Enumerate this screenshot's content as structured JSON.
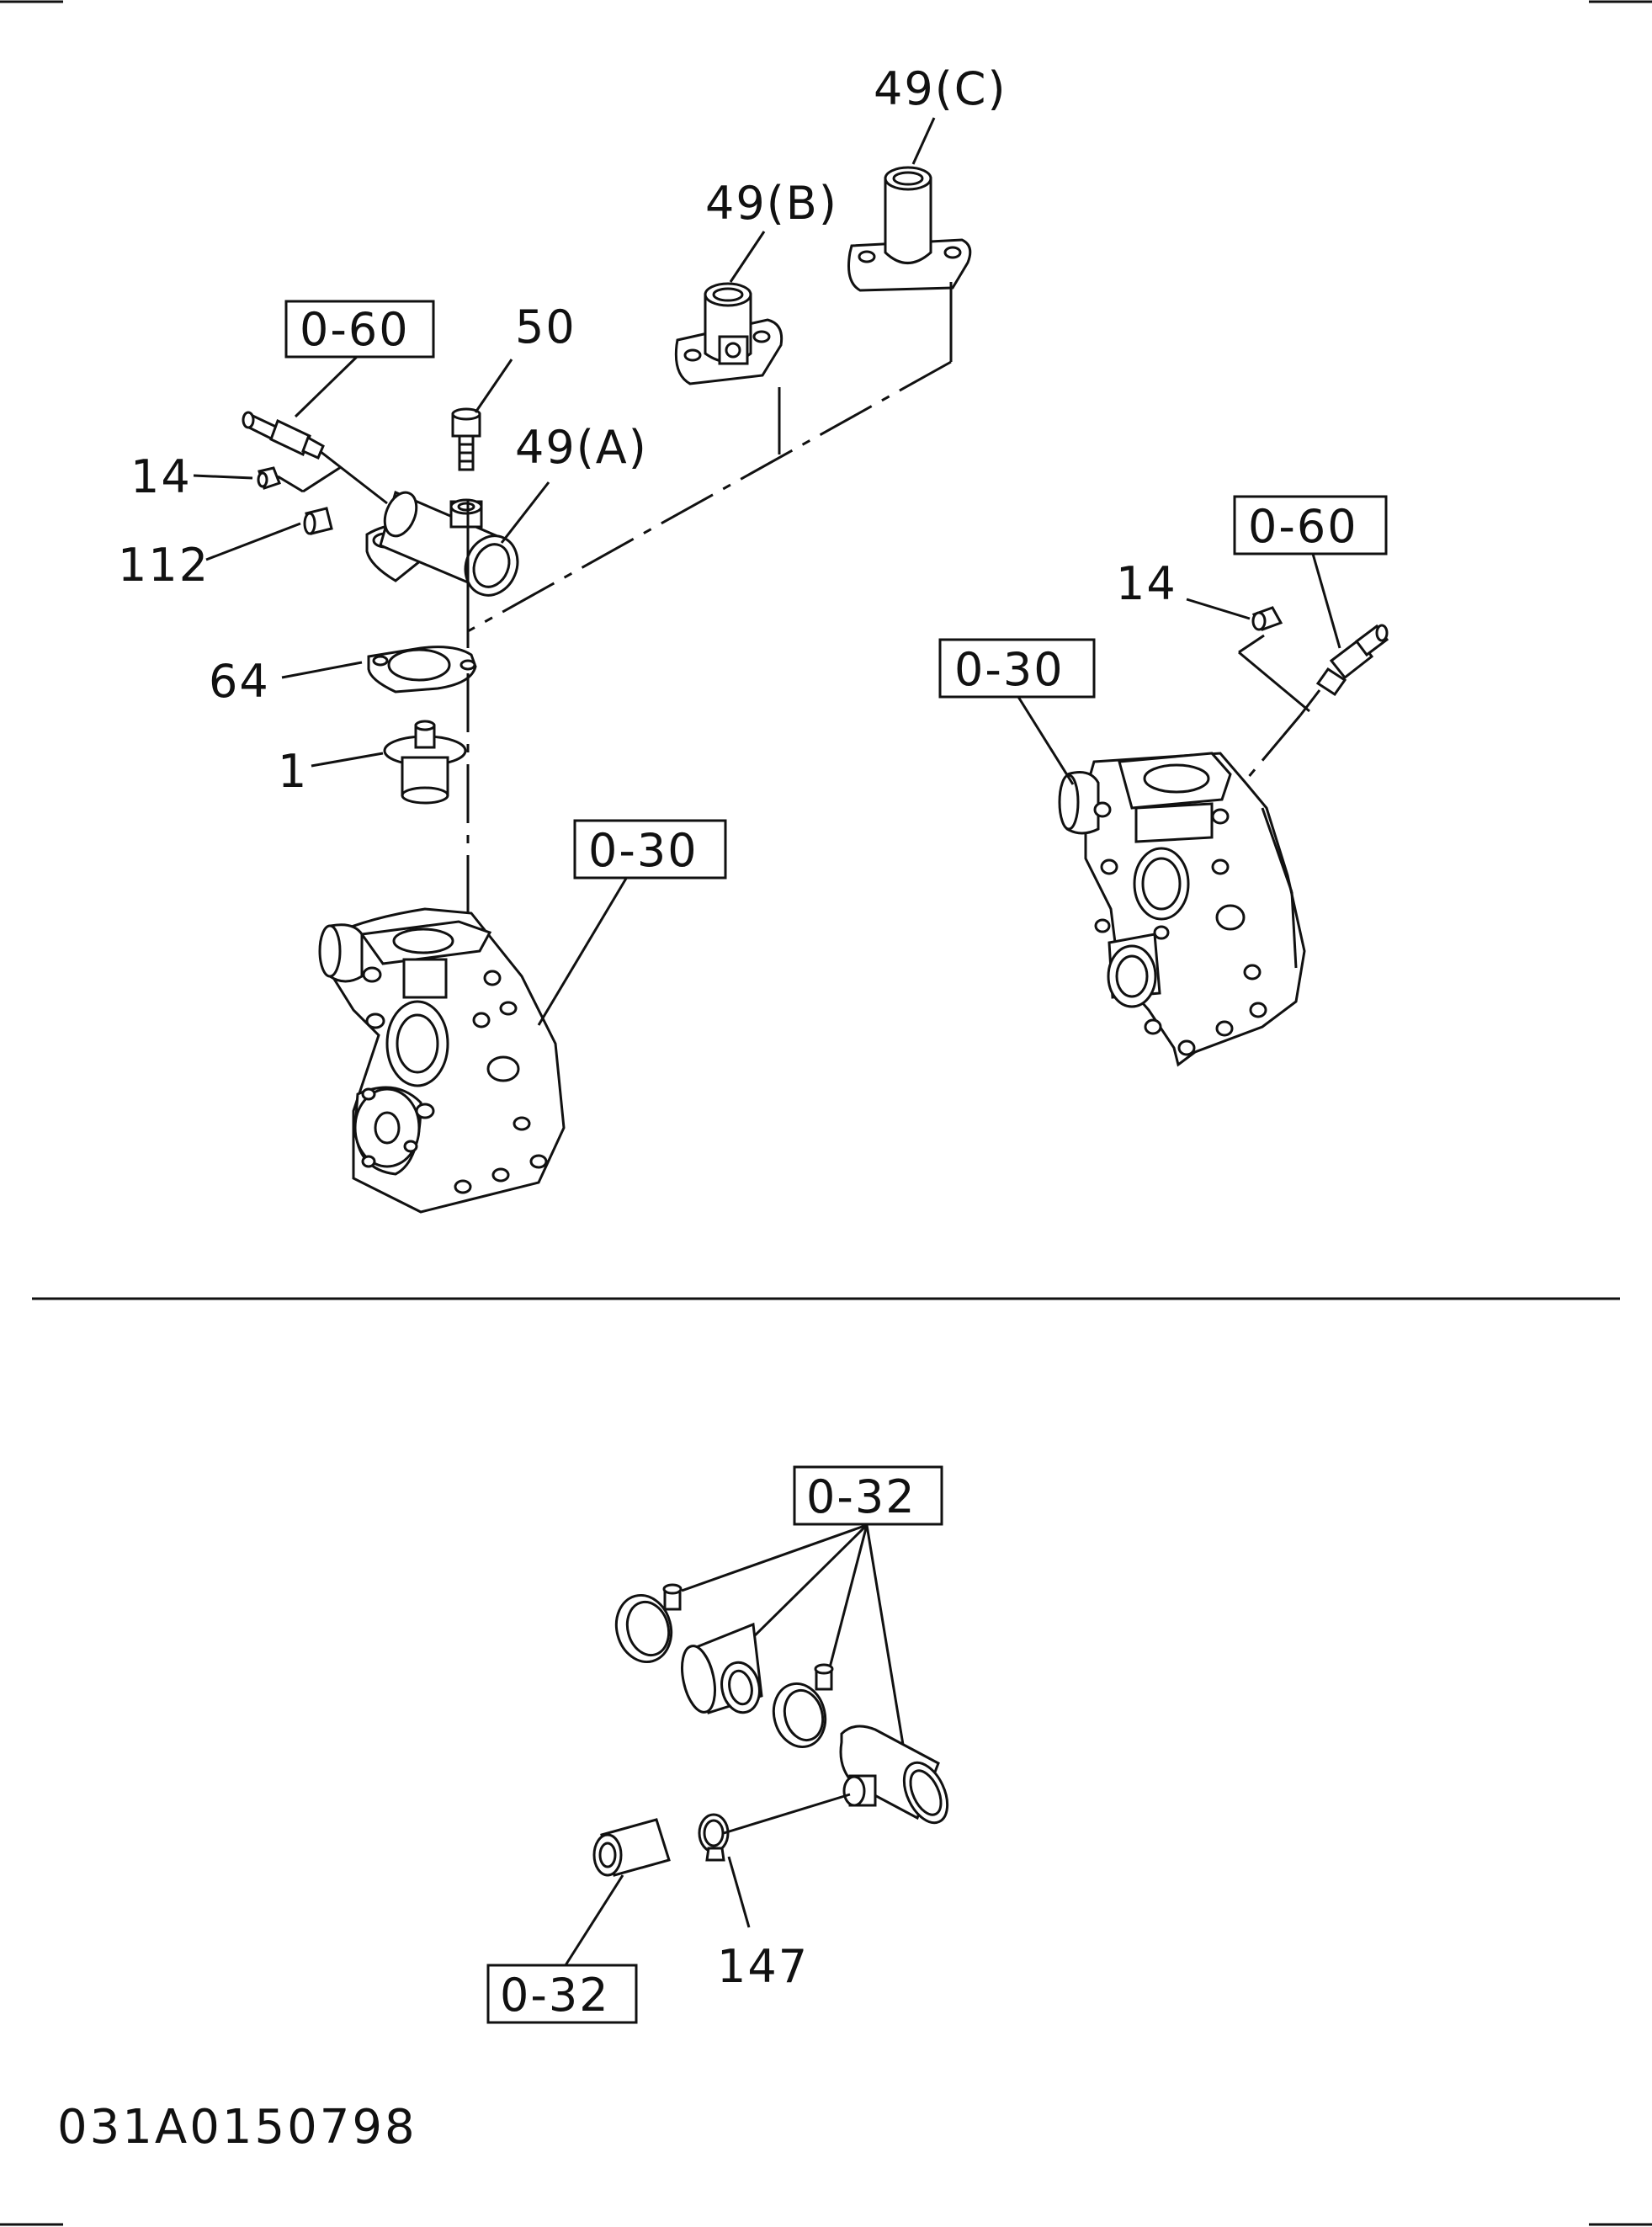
{
  "diagram": {
    "callouts": {
      "part_1": "1",
      "part_14_a": "14",
      "part_14_b": "14",
      "part_49a": "49(A)",
      "part_49b": "49(B)",
      "part_49c": "49(C)",
      "part_50": "50",
      "part_64": "64",
      "part_112": "112",
      "part_147": "147"
    },
    "references": {
      "ref_060_a": "0-60",
      "ref_060_b": "0-60",
      "ref_030_a": "0-30",
      "ref_030_b": "0-30",
      "ref_032_a": "0-32",
      "ref_032_b": "0-32"
    },
    "drawing_code": "031A0150798"
  }
}
